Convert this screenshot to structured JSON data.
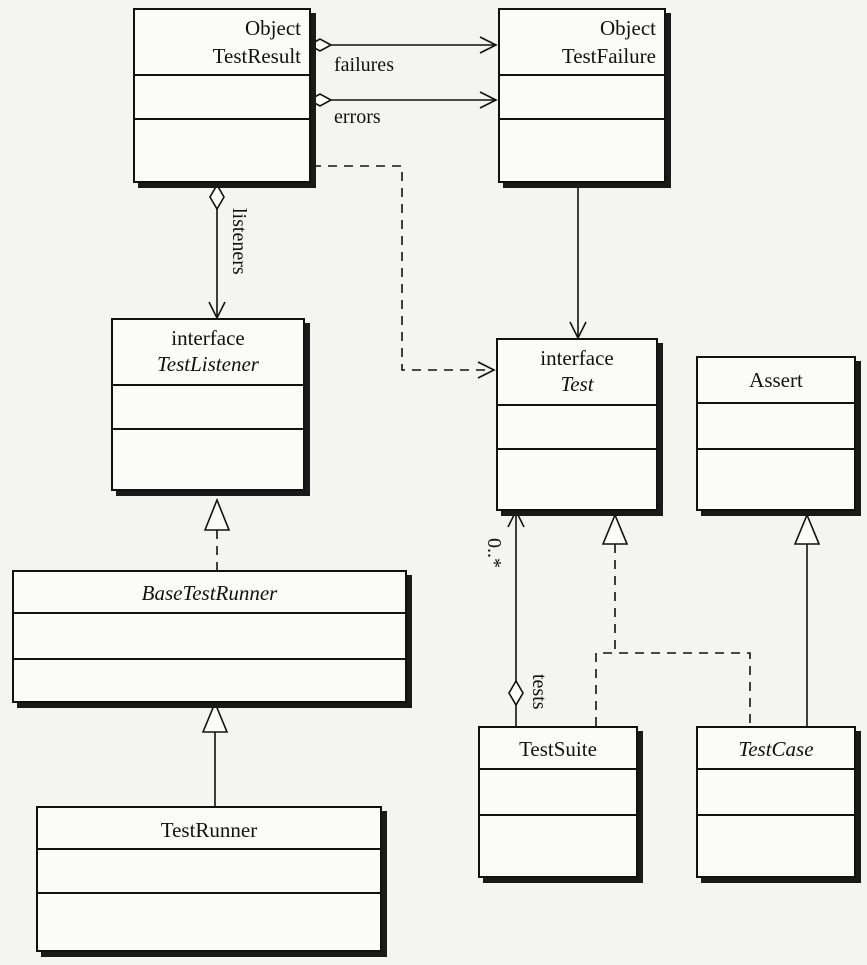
{
  "classes": {
    "test_result": {
      "stereotype": "Object",
      "name": "TestResult"
    },
    "test_failure": {
      "stereotype": "Object",
      "name": "TestFailure"
    },
    "test_listener": {
      "stereotype": "interface",
      "name": "TestListener"
    },
    "test": {
      "stereotype": "interface",
      "name": "Test"
    },
    "assert": {
      "name": "Assert"
    },
    "base_test_runner": {
      "name": "BaseTestRunner"
    },
    "test_runner": {
      "name": "TestRunner"
    },
    "test_suite": {
      "name": "TestSuite"
    },
    "test_case": {
      "name": "TestCase"
    }
  },
  "associations": {
    "failures": "failures",
    "errors": "errors",
    "listeners": "listeners",
    "tests": "tests",
    "multiplicity": "0..*"
  },
  "colors": {
    "line": "#111111",
    "background": "#f4f4f2",
    "box": "#fbfbfa"
  }
}
